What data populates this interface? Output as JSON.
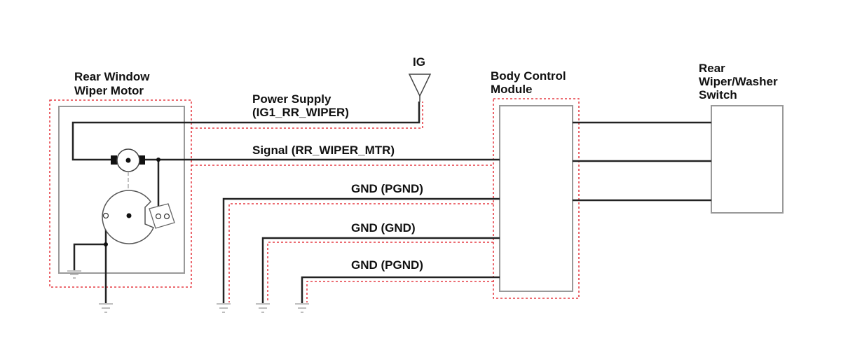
{
  "colors": {
    "wire": "#222222",
    "box": "#999999",
    "dashed_outline": "#e0141e",
    "background": "#ffffff"
  },
  "labels": {
    "motor_line1": "Rear Window",
    "motor_line2": "Wiper Motor",
    "ig": "IG",
    "power_line1": "Power Supply",
    "power_line2": "(IG1_RR_WIPER)",
    "signal": "Signal (RR_WIPER_MTR)",
    "gnd1": "GND (PGND)",
    "gnd2": "GND (GND)",
    "gnd3": "GND (PGND)",
    "bcm_line1": "Body Control",
    "bcm_line2": "Module",
    "switch_line1": "Rear",
    "switch_line2": "Wiper/Washer",
    "switch_line3": "Switch"
  },
  "icons": [
    "ig-antenna-icon",
    "ground-icon",
    "dc-motor-icon",
    "cam-switch-icon"
  ]
}
